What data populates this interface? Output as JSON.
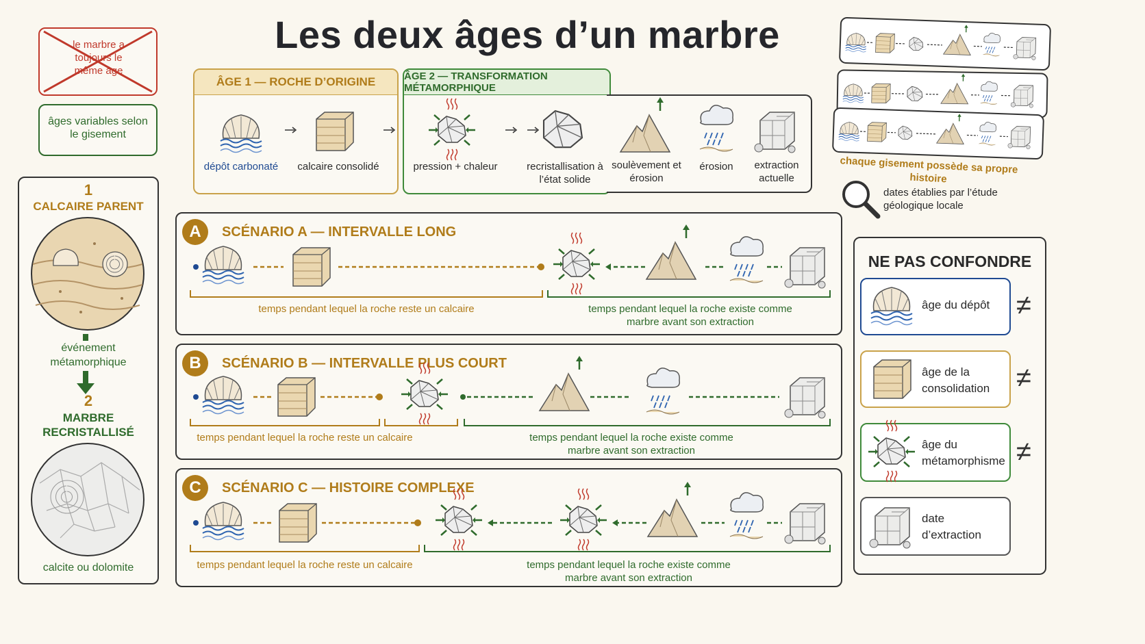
{
  "title": "Les deux âges d’un marbre",
  "left_notes": {
    "wrong": "le marbre a toujours le même âge",
    "right": "âges variables selon le gisement"
  },
  "sidebar": {
    "num1": "1",
    "label1": "CALCAIRE PARENT",
    "event": "événement métamorphique",
    "num2": "2",
    "label2": "MARBRE RECRISTALLISÉ",
    "caption": "calcite ou dolomite"
  },
  "top": {
    "age1_header": "ÂGE 1 — ROCHE D’ORIGINE",
    "age2_header": "ÂGE 2 — TRANSFORMATION MÉTAMORPHIQUE",
    "steps": [
      "dépôt carbonaté",
      "calcaire consolidé",
      "pression + chaleur",
      "recristallisation à l’état solide",
      "soulèvement et érosion",
      "érosion",
      "extraction actuelle"
    ]
  },
  "scenarios": [
    {
      "letter": "A",
      "title": "SCÉNARIO A — INTERVALLE LONG",
      "calc": "temps pendant lequel la roche reste un calcaire",
      "marble": "temps pendant lequel la roche existe comme marbre avant son extraction"
    },
    {
      "letter": "B",
      "title": "SCÉNARIO B — INTERVALLE PLUS COURT",
      "calc": "temps pendant lequel la roche reste un calcaire",
      "marble": "temps pendant lequel la roche existe comme marbre avant son extraction"
    },
    {
      "letter": "C",
      "title": "SCÉNARIO C — HISTOIRE COMPLEXE",
      "calc": "temps pendant lequel la roche reste un calcaire",
      "marble": "temps pendant lequel la roche existe comme marbre avant son extraction"
    }
  ],
  "right": {
    "deposit_caption": "chaque gisement possède sa propre histoire",
    "dates_note": "dates établies par l’étude géologique locale",
    "panel_title": "NE PAS CONFONDRE",
    "items": [
      "âge du dépôt",
      "âge de la consolidation",
      "âge du métamorphisme",
      "date d’extraction"
    ],
    "neq": "≠"
  },
  "colors": {
    "gold": "#b07c1a",
    "green": "#2f6b2c",
    "blue": "#1f4a92",
    "red": "#c0392b"
  }
}
